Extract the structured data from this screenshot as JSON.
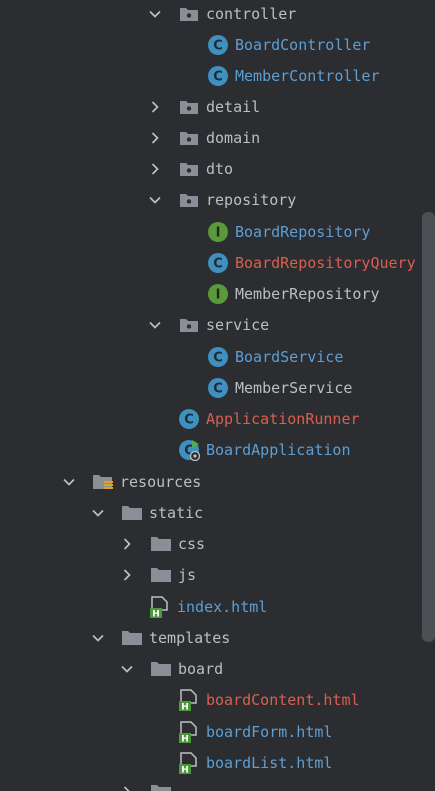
{
  "tree": {
    "items": [
      {
        "label": "controller",
        "kind": "folder",
        "expanded": true,
        "color": "default"
      },
      {
        "label": "BoardController",
        "kind": "class",
        "color": "blue"
      },
      {
        "label": "MemberController",
        "kind": "class",
        "color": "blue"
      },
      {
        "label": "detail",
        "kind": "folder",
        "expanded": false,
        "color": "default"
      },
      {
        "label": "domain",
        "kind": "folder",
        "expanded": false,
        "color": "default"
      },
      {
        "label": "dto",
        "kind": "folder",
        "expanded": false,
        "color": "default"
      },
      {
        "label": "repository",
        "kind": "folder",
        "expanded": true,
        "color": "default"
      },
      {
        "label": "BoardRepository",
        "kind": "interface",
        "color": "blue"
      },
      {
        "label": "BoardRepositoryQuery",
        "kind": "class",
        "color": "red"
      },
      {
        "label": "MemberRepository",
        "kind": "interface",
        "color": "default"
      },
      {
        "label": "service",
        "kind": "folder",
        "expanded": true,
        "color": "default"
      },
      {
        "label": "BoardService",
        "kind": "class",
        "color": "blue"
      },
      {
        "label": "MemberService",
        "kind": "class",
        "color": "default"
      },
      {
        "label": "ApplicationRunner",
        "kind": "class",
        "color": "red"
      },
      {
        "label": "BoardApplication",
        "kind": "spring-boot-class",
        "color": "blue"
      },
      {
        "label": "resources",
        "kind": "resources-folder",
        "expanded": true,
        "color": "default"
      },
      {
        "label": "static",
        "kind": "plain-folder",
        "expanded": true,
        "color": "default"
      },
      {
        "label": "css",
        "kind": "plain-folder",
        "expanded": false,
        "color": "default"
      },
      {
        "label": "js",
        "kind": "plain-folder",
        "expanded": false,
        "color": "default"
      },
      {
        "label": "index.html",
        "kind": "html-file",
        "color": "blue"
      },
      {
        "label": "templates",
        "kind": "plain-folder",
        "expanded": true,
        "color": "default"
      },
      {
        "label": "board",
        "kind": "plain-folder",
        "expanded": true,
        "color": "default"
      },
      {
        "label": "boardContent.html",
        "kind": "html-file",
        "color": "red"
      },
      {
        "label": "boardForm.html",
        "kind": "html-file",
        "color": "blue"
      },
      {
        "label": "boardList.html",
        "kind": "html-file",
        "color": "blue"
      },
      {
        "label": "",
        "kind": "plain-folder",
        "expanded": false,
        "color": "default"
      }
    ]
  },
  "colors": {
    "background": "#2b2d30",
    "text_default": "#bcbec4",
    "text_modified": "#5d9fd5",
    "text_unversioned": "#d95f50",
    "class_icon": "#3f8fbf",
    "interface_icon": "#5a9a3a",
    "folder_icon": "#8a8e96"
  }
}
